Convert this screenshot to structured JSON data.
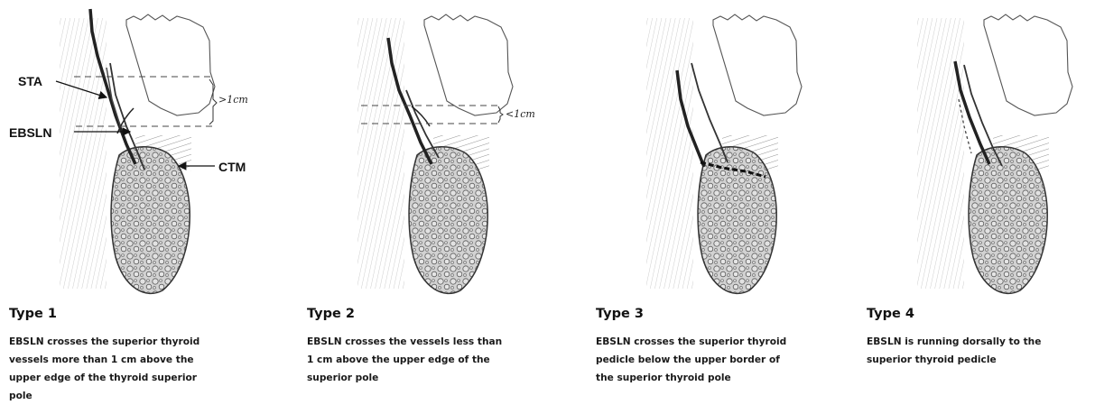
{
  "labels": {
    "sta": "STA",
    "ebsln": "EBSLN",
    "ctm": "CTM"
  },
  "measurements": {
    "type1": ">1cm",
    "type2": "<1cm"
  },
  "types": [
    {
      "title": "Type 1",
      "lines": [
        "EBSLN crosses the superior thyroid",
        "vessels more than 1 cm above the",
        "upper edge of the thyroid superior",
        "pole"
      ]
    },
    {
      "title": "Type 2",
      "lines": [
        "EBSLN crosses the vessels less than",
        "1 cm above the upper edge of the",
        "superior pole"
      ]
    },
    {
      "title": "Type 3",
      "lines": [
        "EBSLN crosses the superior thyroid",
        "pedicle below the upper border of",
        "the superior thyroid pole"
      ]
    },
    {
      "title": "Type 4",
      "lines": [
        "EBSLN is running dorsally to the",
        "superior thyroid pedicle"
      ]
    }
  ]
}
